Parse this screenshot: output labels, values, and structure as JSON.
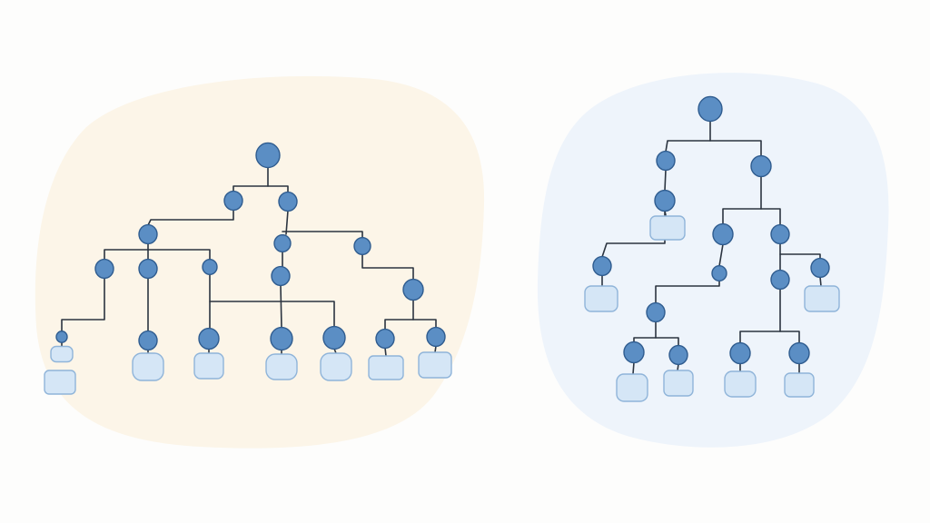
{
  "colors": {
    "background": "#fdfdfc",
    "left_panel_fill": "#fcf5e8",
    "right_panel_fill": "#eef4fb",
    "node_fill": "#5b8ec4",
    "node_stroke": "#2f5c8f",
    "edge_stroke": "#2b3440",
    "leaf_fill": "#d5e6f6",
    "leaf_stroke": "#8fb4d9"
  },
  "diagrams": [
    {
      "name": "left-tree-diagram",
      "panel": "warm",
      "nodes": [
        {
          "id": "L0"
        },
        {
          "id": "L1"
        },
        {
          "id": "L2"
        },
        {
          "id": "L3"
        },
        {
          "id": "L4"
        },
        {
          "id": "L5"
        },
        {
          "id": "L6"
        },
        {
          "id": "L7"
        },
        {
          "id": "L8"
        },
        {
          "id": "L9"
        },
        {
          "id": "L10"
        },
        {
          "id": "L11"
        },
        {
          "id": "L12"
        },
        {
          "id": "L13"
        },
        {
          "id": "L14"
        },
        {
          "id": "L15"
        },
        {
          "id": "L16"
        },
        {
          "id": "L17"
        },
        {
          "id": "L18"
        },
        {
          "id": "L19"
        }
      ],
      "leaves": [
        {
          "id": "LL1"
        },
        {
          "id": "LL2"
        },
        {
          "id": "LL3"
        },
        {
          "id": "LL4"
        },
        {
          "id": "LL5"
        },
        {
          "id": "LL6"
        },
        {
          "id": "LL7"
        },
        {
          "id": "LL8"
        },
        {
          "id": "LL9"
        }
      ]
    },
    {
      "name": "right-tree-diagram",
      "panel": "cool",
      "nodes": [
        {
          "id": "R0"
        },
        {
          "id": "R1"
        },
        {
          "id": "R2"
        },
        {
          "id": "R3"
        },
        {
          "id": "R4"
        },
        {
          "id": "R5"
        },
        {
          "id": "R6"
        },
        {
          "id": "R7"
        },
        {
          "id": "R8"
        },
        {
          "id": "R9"
        },
        {
          "id": "R10"
        },
        {
          "id": "R11"
        },
        {
          "id": "R12"
        },
        {
          "id": "R13"
        },
        {
          "id": "R14"
        },
        {
          "id": "R15"
        },
        {
          "id": "R16"
        }
      ],
      "leaves": [
        {
          "id": "RL1"
        },
        {
          "id": "RL2"
        },
        {
          "id": "RL3"
        },
        {
          "id": "RL4"
        },
        {
          "id": "RL5"
        },
        {
          "id": "RL6"
        },
        {
          "id": "RL7"
        },
        {
          "id": "RL8"
        },
        {
          "id": "RL9"
        }
      ]
    }
  ]
}
